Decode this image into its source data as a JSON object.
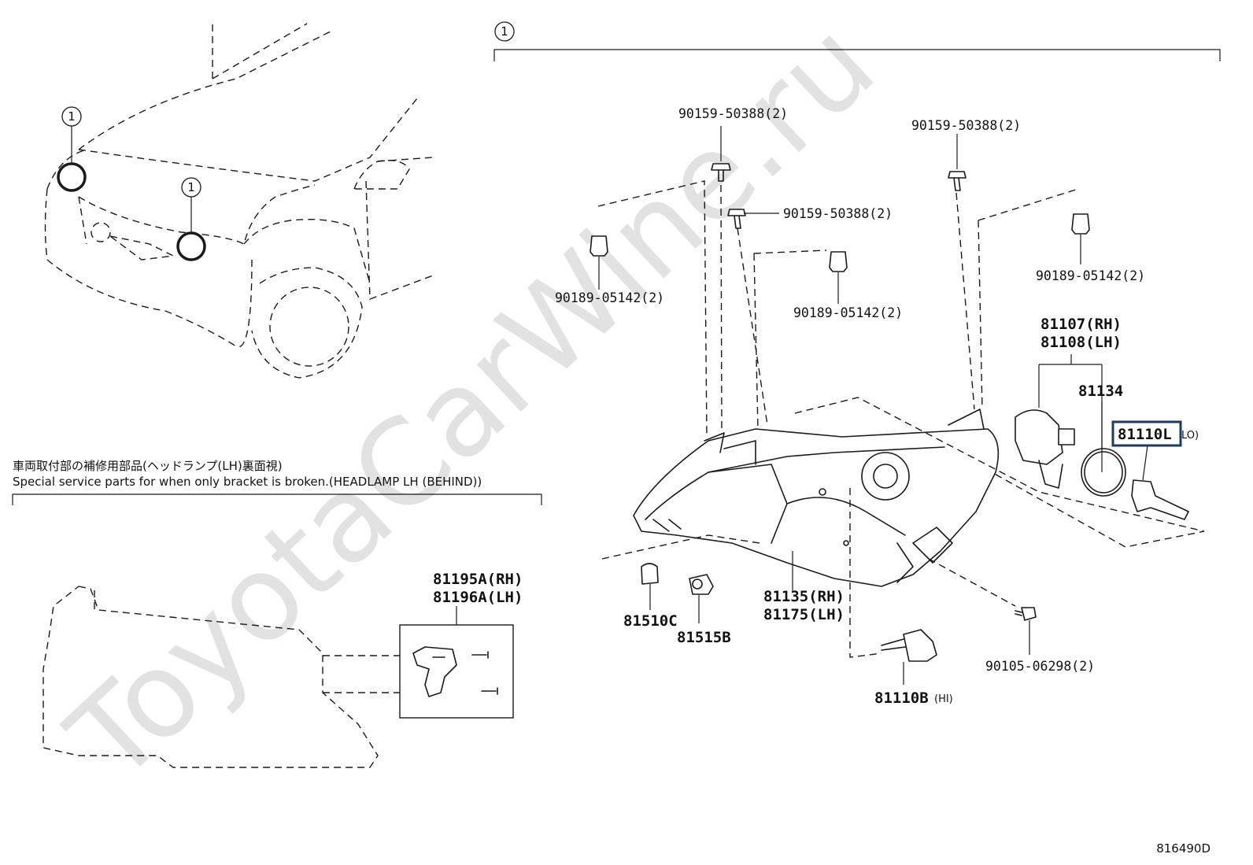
{
  "watermark": "ToyotaCarWine.ru",
  "callout_index": "1",
  "note": {
    "japanese": "車両取付部の補修用部品(ヘッドランプ(LH)裏面視)",
    "english": "Special service parts for when only bracket is broken.(HEADLAMP LH (BEHIND))"
  },
  "parts": {
    "p90159_top": "90159-50388(2)",
    "p90159_right": "90159-50388(2)",
    "p90159_mid": "90159-50388(2)",
    "p90189_left": "90189-05142(2)",
    "p90189_mid": "90189-05142(2)",
    "p90189_right": "90189-05142(2)",
    "p81107": "81107(RH)",
    "p81108": "81108(LH)",
    "p81134": "81134",
    "p81110L": "81110L",
    "p81110L_suffix": "LO)",
    "p81195A": "81195A(RH)",
    "p81196A": "81196A(LH)",
    "p81510C": "81510C",
    "p81515B": "81515B",
    "p81135": "81135(RH)",
    "p81175": "81175(LH)",
    "p81110B": "81110B",
    "p81110B_suffix": "(HI)",
    "p90105": "90105-06298(2)"
  },
  "highlight_color": "#1e3a5f",
  "diagram_code": "816490D"
}
